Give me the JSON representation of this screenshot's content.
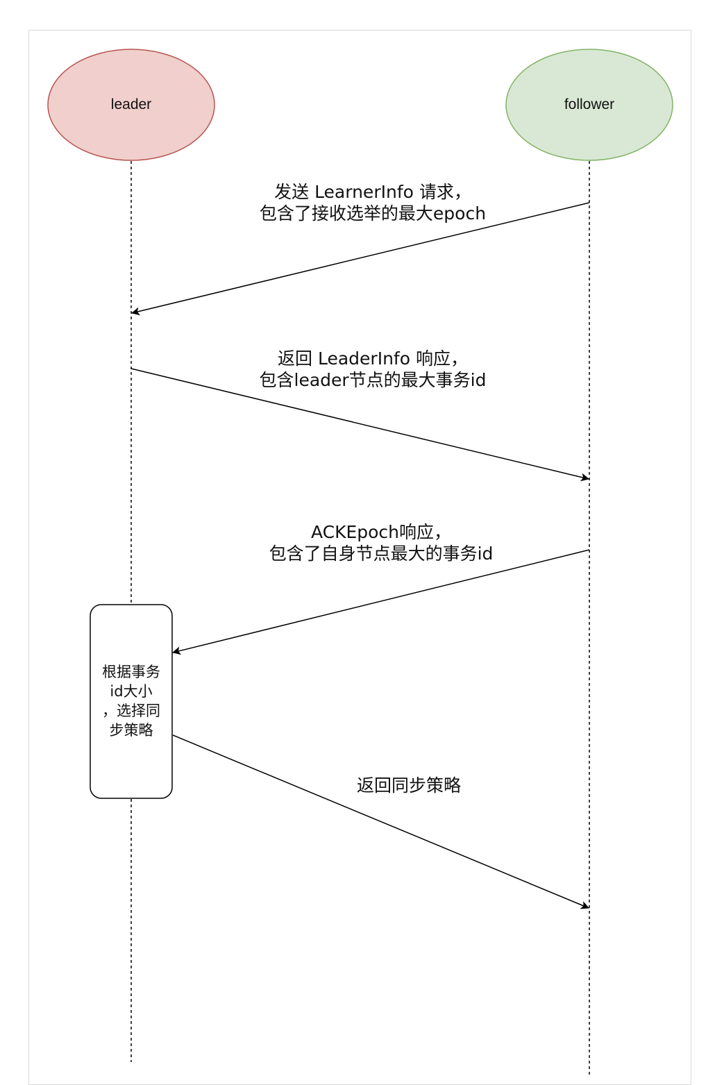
{
  "participants": {
    "leader": {
      "label": "leader",
      "fill": "#f0cfcc",
      "stroke": "#b85450"
    },
    "follower": {
      "label": "follower",
      "fill": "#d9e8d4",
      "stroke": "#82b366"
    }
  },
  "messages": [
    {
      "from": "follower",
      "to": "leader",
      "lines": [
        "发送 LearnerInfo 请求，",
        "包含了接收选举的最大epoch"
      ]
    },
    {
      "from": "leader",
      "to": "follower",
      "lines": [
        "返回 LeaderInfo 响应，",
        "包含leader节点的最大事务id"
      ]
    },
    {
      "from": "follower",
      "to": "leader-process",
      "lines": [
        "ACKEpoch响应，",
        "包含了自身节点最大的事务id"
      ]
    },
    {
      "from": "leader-process",
      "to": "follower",
      "lines": [
        "返回同步策略"
      ]
    }
  ],
  "process_box": {
    "lines": [
      "根据事务",
      "id大小",
      "，选择同",
      "步策略"
    ]
  }
}
